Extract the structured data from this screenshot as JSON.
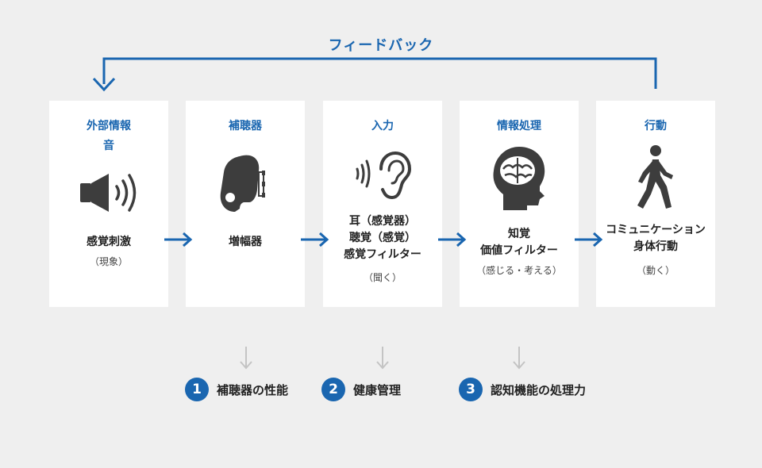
{
  "feedback_label": "フィードバック",
  "colors": {
    "accent": "#1a66b0",
    "icon": "#3d3d3d",
    "faint_arrow": "#c4c4c4",
    "background": "#efefef"
  },
  "stages": [
    {
      "title": "外部情報",
      "title2": "音",
      "icon": "speaker-icon",
      "label_lines": [
        "感覚刺激"
      ],
      "sub": "（現象）"
    },
    {
      "title": "補聴器",
      "icon": "hearing-aid-icon",
      "label_lines": [
        "増幅器"
      ],
      "sub": ""
    },
    {
      "title": "入力",
      "icon": "ear-icon",
      "label_lines": [
        "耳（感覚器）",
        "聴覚（感覚）",
        "感覚フィルター"
      ],
      "sub": "（聞く）"
    },
    {
      "title": "情報処理",
      "icon": "brain-head-icon",
      "label_lines": [
        "知覚",
        "価値フィルター"
      ],
      "sub": "（感じる・考える）"
    },
    {
      "title": "行動",
      "icon": "walking-person-icon",
      "label_lines": [
        "コミュニケーション",
        "身体行動"
      ],
      "sub": "（動く）"
    }
  ],
  "factors": [
    {
      "num": "1",
      "text": "補聴器の性能"
    },
    {
      "num": "2",
      "text": "健康管理"
    },
    {
      "num": "3",
      "text": "認知機能の処理力"
    }
  ]
}
